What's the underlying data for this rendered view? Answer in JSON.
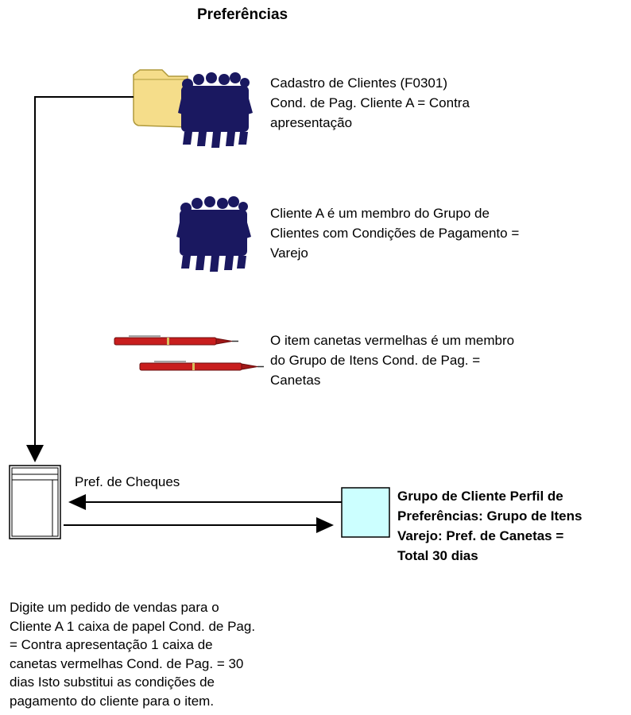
{
  "title": "Preferências",
  "customer_master": {
    "lines": [
      "Cadastro de Clientes (F0301)",
      "Cond. de Pag. Cliente A = Contra",
      "apresentação"
    ]
  },
  "customer_group": {
    "lines": [
      "Cliente A é um membro do Grupo de",
      "Clientes com Condições de Pagamento =",
      "Varejo"
    ]
  },
  "item_group": {
    "lines": [
      "O item canetas vermelhas é um membro",
      "do Grupo de Itens Cond. de Pag. =",
      "Canetas"
    ]
  },
  "check_pref_label": "Pref. de Cheques",
  "profile": {
    "lines": [
      "Grupo de Cliente Perfil de",
      "Preferências: Grupo de Itens",
      "Varejo: Pref. de Canetas =",
      "Total 30 dias"
    ]
  },
  "order_note": {
    "lines": [
      "Digite um pedido de vendas para o",
      "Cliente A 1 caixa de papel Cond. de Pag.",
      "= Contra apresentação  1 caixa de",
      "canetas vermelhas  Cond. de Pag. = 30",
      "dias  Isto substitui as condições de",
      "pagamento do cliente para o item."
    ]
  },
  "colors": {
    "folder_fill": "#f5dd8a",
    "folder_stroke": "#b09a3c",
    "people": "#1a1860",
    "pen_body": "#c81e1e",
    "pen_band": "#d8c060",
    "profile_box": "#ccffff"
  },
  "icons": [
    "folder-icon",
    "people-icon",
    "pen-icon",
    "document-icon"
  ]
}
